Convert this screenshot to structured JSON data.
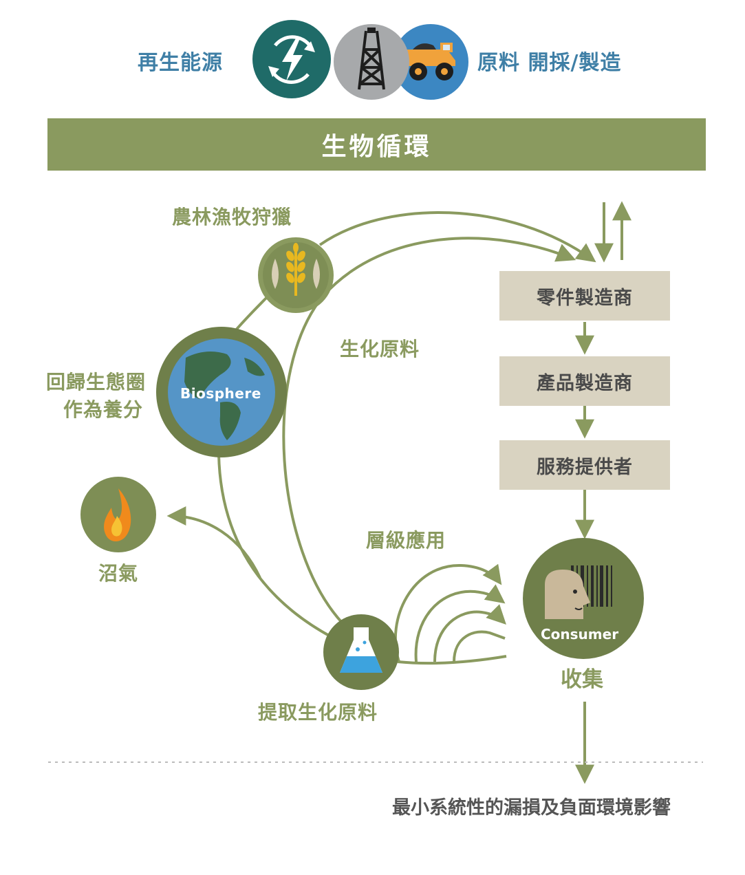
{
  "header": {
    "renewable_label": "再生能源",
    "raw_material_label": "原料 開採/製造"
  },
  "banner": {
    "title": "生物循環"
  },
  "nodes": {
    "agriculture": "農林漁牧狩獵",
    "biochemical_feedstock": "生化原料",
    "return_to_biosphere_line1": "回歸生態圈",
    "return_to_biosphere_line2": "作為養分",
    "biosphere": "Biosphere",
    "biogas": "沼氣",
    "cascades": "層級應用",
    "extraction": "提取生化原料",
    "consumer": "Consumer",
    "collection": "收集"
  },
  "chain": [
    "零件製造商",
    "產品製造商",
    "服務提供者"
  ],
  "footer": {
    "text": "最小系統性的漏損及負面環境影響"
  },
  "colors": {
    "olive": "#8a9a5f",
    "dark_olive": "#6f7f4a",
    "box_fill": "#d9d3c1",
    "teal": "#1f6b68",
    "grey": "#a7a9ab",
    "blue": "#3c87c2",
    "label_blue": "#3f7fa6"
  },
  "icons": [
    "renewable-energy-icon",
    "oil-derrick-icon",
    "mining-truck-icon",
    "fish-wheat-icon",
    "globe-icon",
    "flame-icon",
    "flask-icon",
    "consumer-barcode-icon"
  ]
}
